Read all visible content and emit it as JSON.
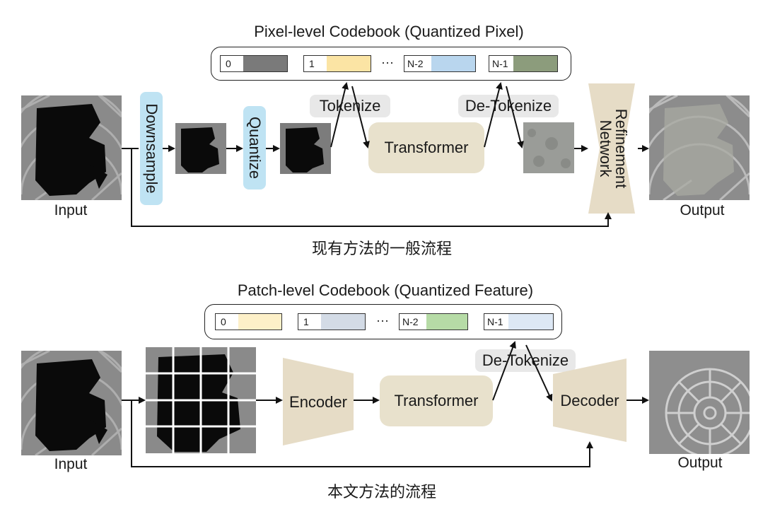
{
  "colors": {
    "trapezoid": "#e6dcc6",
    "box": "#e8e1cc",
    "pill": "#e8e8e8",
    "blue_label": "#bfe3f3"
  },
  "top": {
    "title": "Pixel-level Codebook (Quantized Pixel)",
    "codebook": [
      {
        "index": "0",
        "color": "#7a7a7a"
      },
      {
        "index": "1",
        "color": "#fbe4a4"
      },
      {
        "index": "N-2",
        "color": "#b9d6ee"
      },
      {
        "index": "N-1",
        "color": "#8c9c7c"
      }
    ],
    "ellipsis": "···",
    "tokenize": "Tokenize",
    "detokenize": "De-Tokenize",
    "downsample": "Downsample",
    "quantize": "Quantize",
    "transformer": "Transformer",
    "refinement": "Refinement",
    "network": "Network",
    "input_label": "Input",
    "output_label": "Output",
    "caption": "现有方法的一般流程"
  },
  "bottom": {
    "title": "Patch-level Codebook (Quantized Feature)",
    "codebook": [
      {
        "index": "0",
        "color": "#fdf0c8"
      },
      {
        "index": "1",
        "color": "#d3dbe6"
      },
      {
        "index": "N-2",
        "color": "#b6dba6"
      },
      {
        "index": "N-1",
        "color": "#dde8f5"
      }
    ],
    "ellipsis": "···",
    "detokenize": "De-Tokenize",
    "encoder": "Encoder",
    "transformer": "Transformer",
    "decoder": "Decoder",
    "input_label": "Input",
    "output_label": "Output",
    "caption": "本文方法的流程"
  }
}
